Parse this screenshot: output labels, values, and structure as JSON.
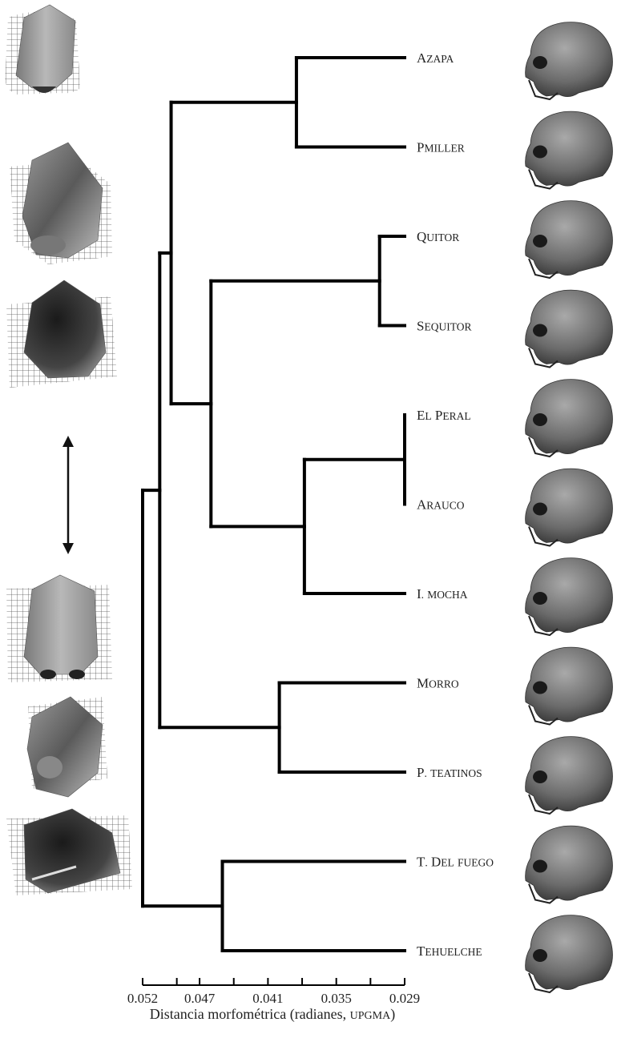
{
  "chart_data": {
    "type": "dendrogram",
    "leaves": [
      {
        "label": "AZAPA"
      },
      {
        "label": "PMILLER"
      },
      {
        "label": "QUITOR"
      },
      {
        "label": "SEQUITOR"
      },
      {
        "label": "EL PERAL"
      },
      {
        "label": "ARAUCO"
      },
      {
        "label": "I. MOCHA"
      },
      {
        "label": "MORRO"
      },
      {
        "label": "P. TEATINOS"
      },
      {
        "label": "T. DEL FUEGO"
      },
      {
        "label": "TEHUELCHE"
      }
    ],
    "merges": [
      {
        "id": "n1",
        "children": [
          "AZAPA",
          "PMILLER"
        ],
        "height": 0.0385
      },
      {
        "id": "n2",
        "children": [
          "QUITOR",
          "SEQUITOR"
        ],
        "height": 0.0312
      },
      {
        "id": "n3",
        "children": [
          "EL PERAL",
          "ARAUCO"
        ],
        "height": 0.029
      },
      {
        "id": "n4",
        "children": [
          "n3",
          "I. MOCHA"
        ],
        "height": 0.0378
      },
      {
        "id": "n5",
        "children": [
          "n2",
          "n4"
        ],
        "height": 0.046
      },
      {
        "id": "n6",
        "children": [
          "n1",
          "n5"
        ],
        "height": 0.0495
      },
      {
        "id": "n7",
        "children": [
          "MORRO",
          "P. TEATINOS"
        ],
        "height": 0.04
      },
      {
        "id": "n8",
        "children": [
          "n6",
          "n7"
        ],
        "height": 0.0505
      },
      {
        "id": "n9",
        "children": [
          "T. DEL FUEGO",
          "TEHUELCHE"
        ],
        "height": 0.045
      },
      {
        "id": "root",
        "children": [
          "n8",
          "n9"
        ],
        "height": 0.052
      }
    ],
    "axis": {
      "range": [
        0.052,
        0.029
      ],
      "tick_values": [
        0.052,
        0.049,
        0.047,
        0.044,
        0.041,
        0.038,
        0.035,
        0.032,
        0.029
      ],
      "tick_labels": [
        "0.052",
        "0.047",
        "0.041",
        "0.035",
        "0.029"
      ],
      "title_main": "Distancia morfométrica (radianes, ",
      "title_abbrev": "UPGMA",
      "title_end": ")"
    }
  },
  "illustrations": {
    "left_shape_icons": [
      "shape-warp-frontal-1",
      "shape-warp-oblique-1",
      "shape-warp-lateral-1",
      "shape-warp-frontal-2",
      "shape-warp-oblique-2",
      "shape-warp-lateral-2"
    ],
    "arrow_icon": "double-arrow-vertical",
    "skull_icons": [
      "skull-lateral-view"
    ]
  }
}
